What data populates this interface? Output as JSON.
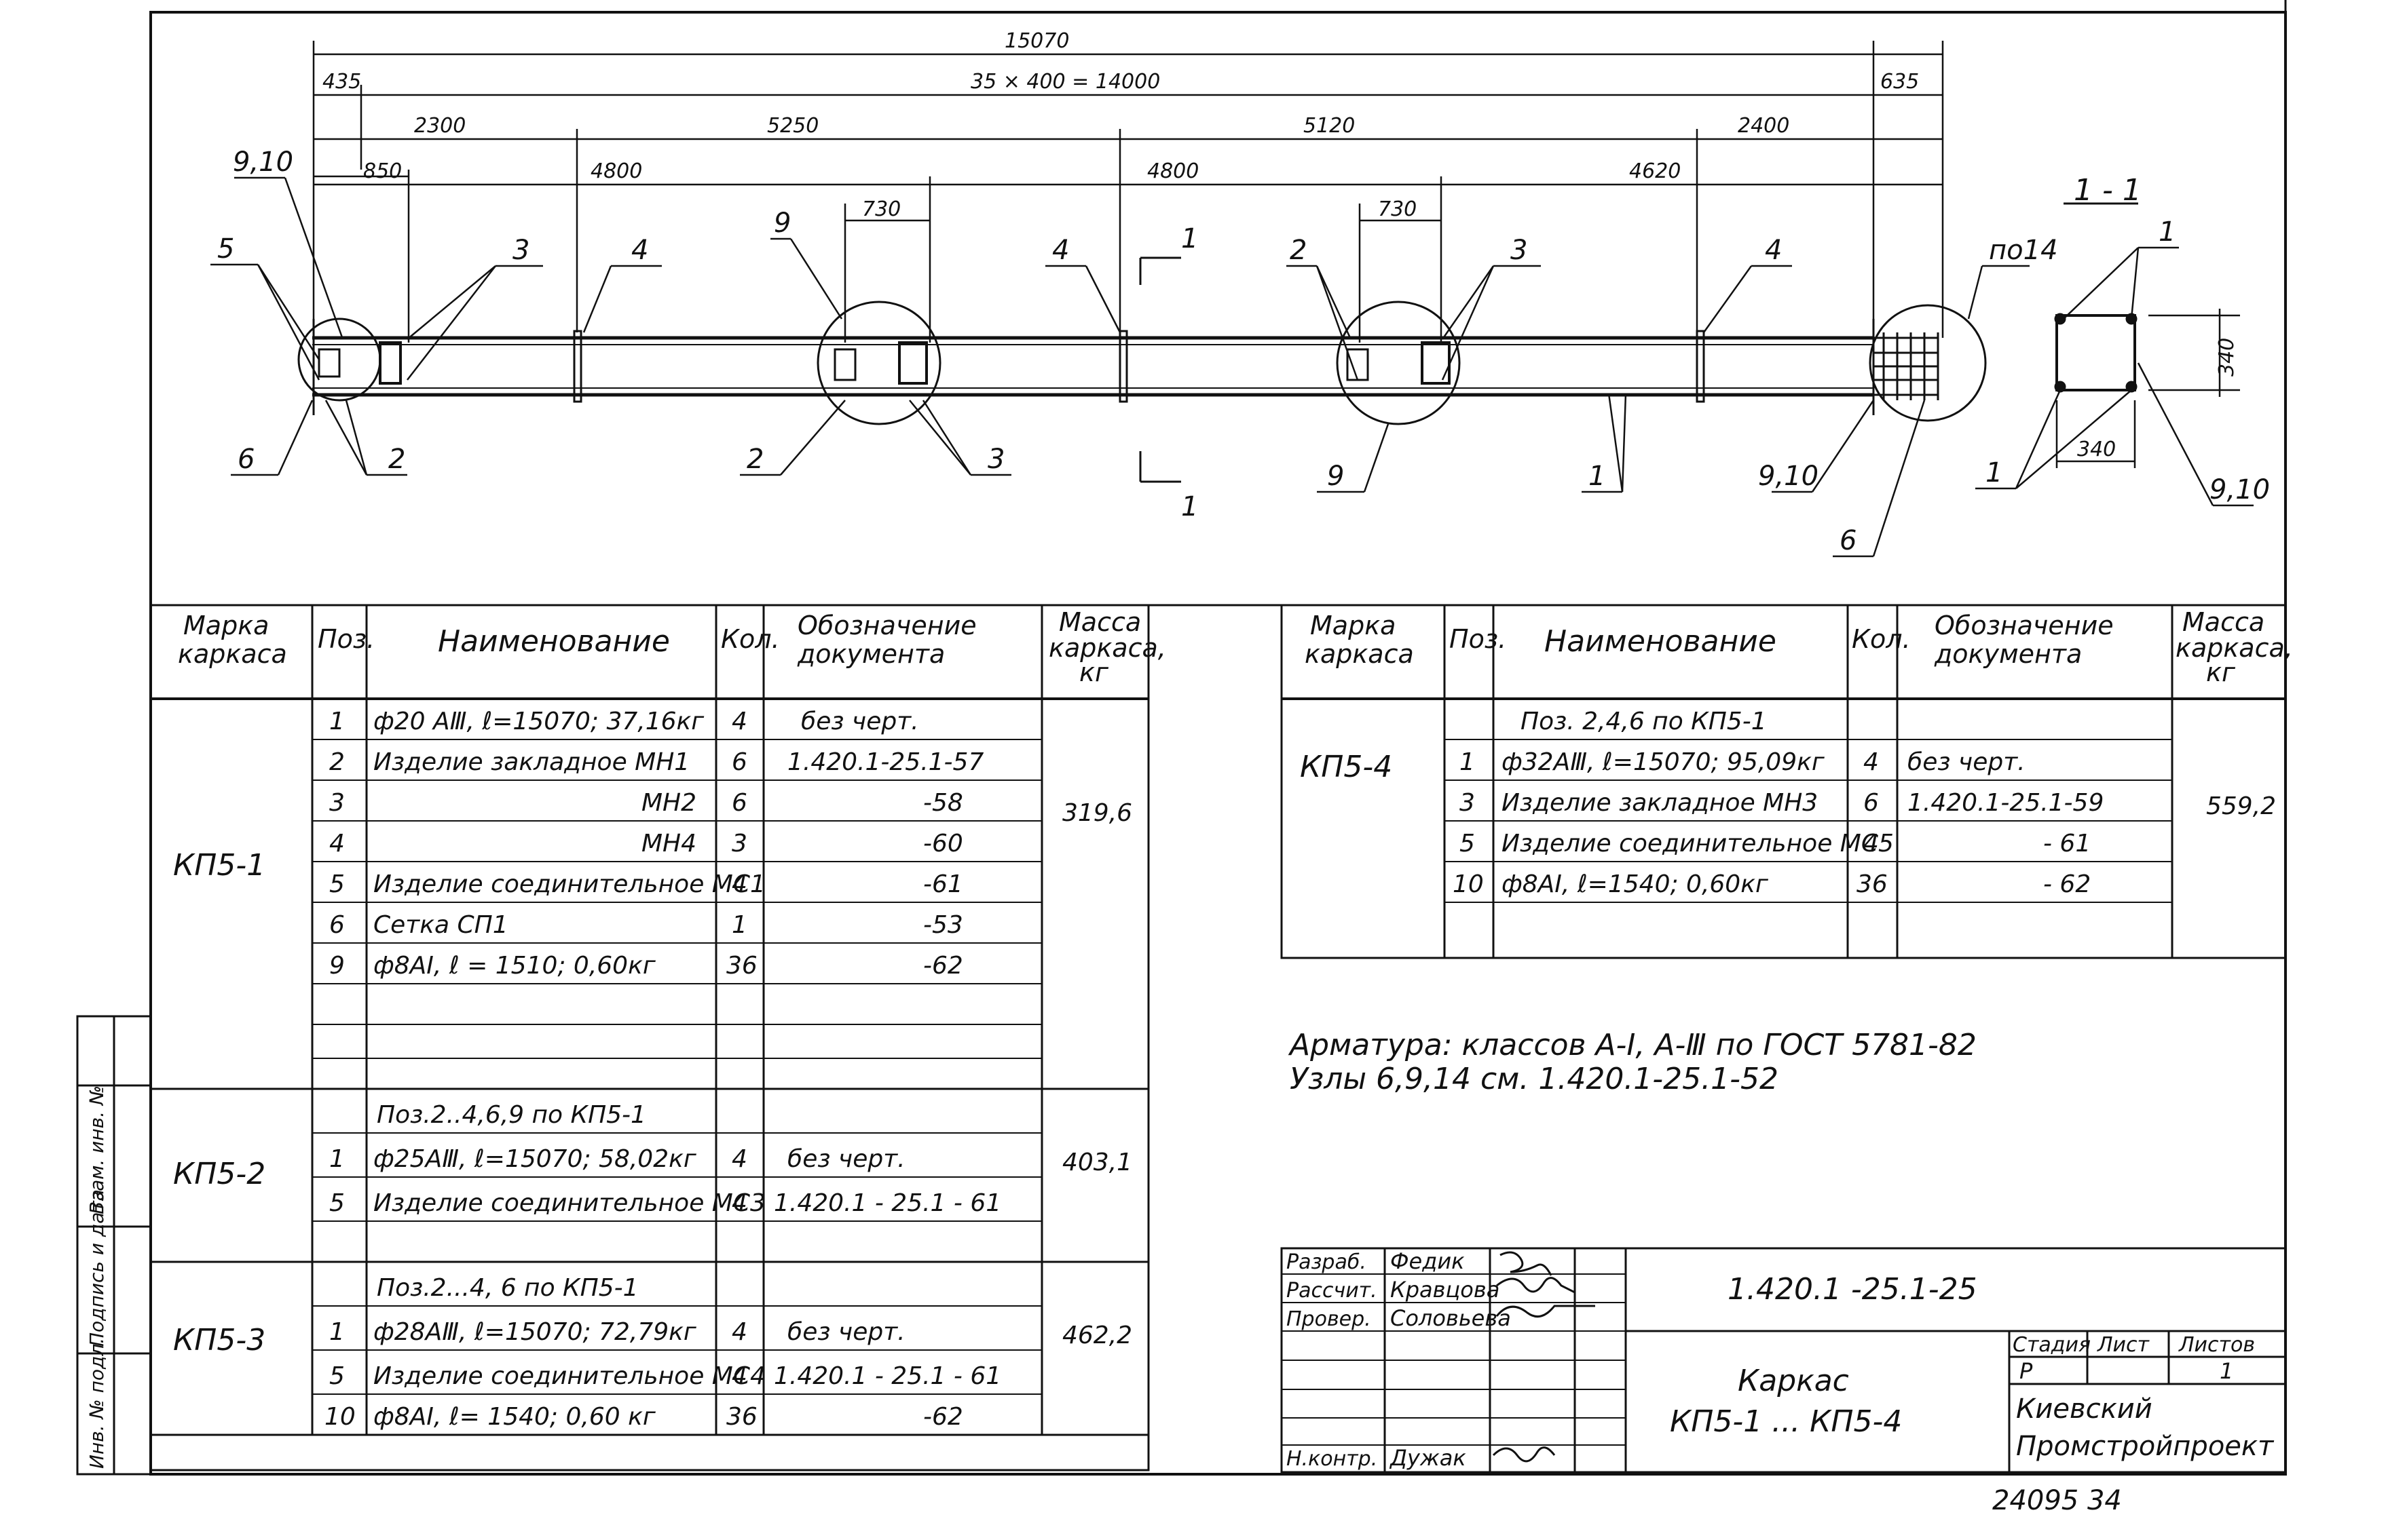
{
  "drawing": {
    "dimensions": {
      "overall": "15070",
      "spacing": "35 × 400 = 14000",
      "left_end": "435",
      "right_end": "635",
      "segs_top": [
        "2300",
        "5250",
        "5120",
        "2400"
      ],
      "segs_bottom": [
        "4800",
        "4800",
        "4620"
      ],
      "left_inner": "850",
      "spacing_b": "730",
      "spacing_c": "730",
      "section_side_h": "340",
      "section_side_w": "340"
    },
    "labels": {
      "pos_9_10": "9,10",
      "pos_5": "5",
      "pos_3": "3",
      "pos_4": "4",
      "pos_9": "9",
      "pos_2": "2",
      "pos_6": "6",
      "pos_1": "1",
      "node_14": "по14",
      "section_title": "1 - 1",
      "cut_mark": "1"
    }
  },
  "table_left": {
    "headers": {
      "mark": "Марка каркаса",
      "pos": "Поз.",
      "name": "Наименование",
      "qty": "Кол.",
      "doc": "Обозначение документа",
      "mass": "Масса каркаса, кг"
    },
    "groups": [
      {
        "mark": "КП5-1",
        "mass": "319,6",
        "rows": [
          {
            "pos": "1",
            "name": "ф20 АⅢ, ℓ=15070; 37,16кг",
            "qty": "4",
            "doc": "без черт."
          },
          {
            "pos": "2",
            "name": "Изделие закладное МН1",
            "qty": "6",
            "doc": "1.420.1-25.1-57"
          },
          {
            "pos": "3",
            "name": "МН2",
            "qty": "6",
            "doc": "-58"
          },
          {
            "pos": "4",
            "name": "МН4",
            "qty": "3",
            "doc": "-60"
          },
          {
            "pos": "5",
            "name": "Изделие соединительное МС1",
            "qty": "4",
            "doc": "-61"
          },
          {
            "pos": "6",
            "name": "Сетка СП1",
            "qty": "1",
            "doc": "-53"
          },
          {
            "pos": "9",
            "name": "ф8АI, ℓ = 1510; 0,60кг",
            "qty": "36",
            "doc": "-62"
          }
        ]
      },
      {
        "mark": "КП5-2",
        "mass": "403,1",
        "note": "Поз.2..4,6,9 по КП5-1",
        "rows": [
          {
            "pos": "1",
            "name": "ф25АⅢ, ℓ=15070; 58,02кг",
            "qty": "4",
            "doc": "без черт."
          },
          {
            "pos": "5",
            "name": "Изделие соединительное МС3",
            "qty": "4",
            "doc": "1.420.1 - 25.1 - 61"
          }
        ]
      },
      {
        "mark": "КП5-3",
        "mass": "462,2",
        "note": "Поз.2...4, 6 по КП5-1",
        "rows": [
          {
            "pos": "1",
            "name": "ф28АⅢ, ℓ=15070; 72,79кг",
            "qty": "4",
            "doc": "без черт."
          },
          {
            "pos": "5",
            "name": "Изделие соединительное МС4",
            "qty": "4",
            "doc": "1.420.1 - 25.1 - 61"
          },
          {
            "pos": "10",
            "name": "ф8АI, ℓ= 1540; 0,60 кг",
            "qty": "36",
            "doc": "-62"
          }
        ]
      }
    ]
  },
  "table_right": {
    "headers": {
      "mark": "Марка каркаса",
      "pos": "Поз.",
      "name": "Наименование",
      "qty": "Кол.",
      "doc": "Обозначение документа",
      "mass": "Масса каркаса, кг"
    },
    "group": {
      "mark": "КП5-4",
      "mass": "559,2",
      "note": "Поз. 2,4,6 по КП5-1",
      "rows": [
        {
          "pos": "1",
          "name": "ф32АⅢ, ℓ=15070; 95,09кг",
          "qty": "4",
          "doc": "без черт."
        },
        {
          "pos": "3",
          "name": "Изделие закладное МН3",
          "qty": "6",
          "doc": "1.420.1-25.1-59"
        },
        {
          "pos": "5",
          "name": "Изделие соединительное МС5",
          "qty": "4",
          "doc": "- 61"
        },
        {
          "pos": "10",
          "name": "ф8АI, ℓ=1540; 0,60кг",
          "qty": "36",
          "doc": "- 62"
        }
      ]
    }
  },
  "notes": {
    "line1": "Арматура: классов А-I, А-Ⅲ по ГОСТ 5781-82",
    "line2": "Узлы 6,9,14 см. 1.420.1-25.1-52"
  },
  "title_block": {
    "roles": {
      "developed": "Разраб.",
      "calculated": "Рассчит.",
      "checked": "Провер.",
      "norm_control": "Н.контр."
    },
    "names": {
      "developed": "Федик",
      "calculated": "Кравцова",
      "checked": "Соловьева",
      "norm_control": "Дужак"
    },
    "doc_number": "1.420.1 -25.1-25",
    "product_title": "Каркас",
    "product_range": "КП5-1 ... КП5-4",
    "stage_label": "Стадия",
    "sheet_label": "Лист",
    "sheets_label": "Листов",
    "stage_value": "Р",
    "sheets_value": "1",
    "org_line1": "Киевский",
    "org_line2": "Промстройпроект",
    "archive_number": "24095 34"
  },
  "side_stamp": {
    "inv": "Инв. № подл.",
    "sign": "Подпись и дата",
    "swap": "Взам. инв. №"
  }
}
